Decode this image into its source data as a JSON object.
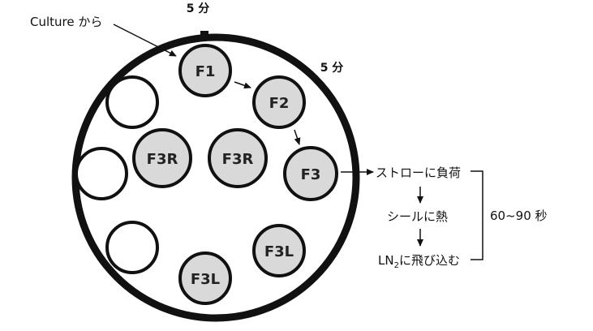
{
  "labels": {
    "culture_from": "Culture から",
    "time_top": "5 分",
    "time_right": "5 分",
    "step_load": "ストローに負荷",
    "step_heat_seal": "シールに熱",
    "step_ln2_prefix": "LN",
    "step_ln2_sub": "2",
    "step_ln2_suffix": "に飛び込む",
    "duration": "60~90 秒"
  },
  "wells": {
    "f1": "F1",
    "f2": "F2",
    "f3": "F3",
    "f3r_left": "F3R",
    "f3r_center": "F3R",
    "f3l_right": "F3L",
    "f3l_bottom": "F3L"
  },
  "colors": {
    "filled_well": "#d9d9d9",
    "ring": "#111111",
    "empty_well": "#ffffff"
  }
}
